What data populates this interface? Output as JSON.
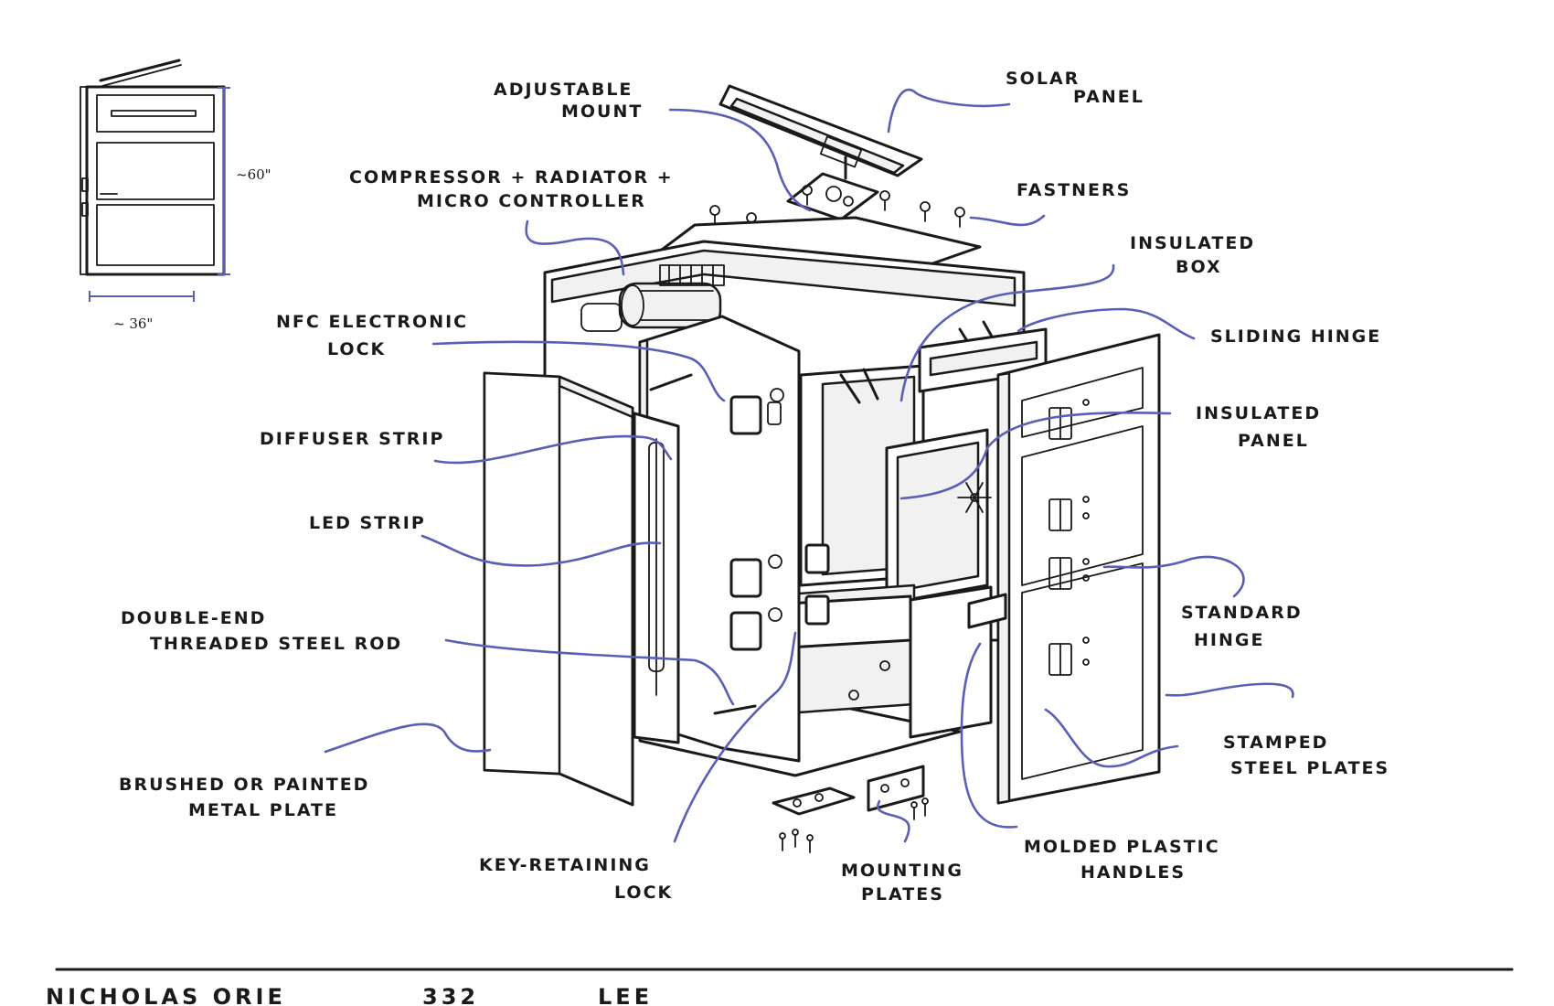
{
  "accent_color": "#5a5fb5",
  "ink_color": "#1a1a1a",
  "thumbnail": {
    "height_label": "~60\"",
    "width_label": "~ 36\""
  },
  "callouts": {
    "adjustable_mount": [
      "ADJUSTABLE",
      "MOUNT"
    ],
    "solar_panel": [
      "SOLAR",
      "PANEL"
    ],
    "compressor": [
      "COMPRESSOR + RADIATOR +",
      "MICRO CONTROLLER"
    ],
    "fastners": [
      "FASTNERS"
    ],
    "insulated_box": [
      "INSULATED",
      "BOX"
    ],
    "sliding_hinge": [
      "SLIDING HINGE"
    ],
    "nfc_lock": [
      "NFC ELECTRONIC",
      "LOCK"
    ],
    "insulated_panel": [
      "INSULATED",
      "PANEL"
    ],
    "diffuser_strip": [
      "DIFFUSER STRIP"
    ],
    "led_strip": [
      "LED STRIP"
    ],
    "standard_hinge": [
      "STANDARD",
      "HINGE"
    ],
    "threaded_rod": [
      "DOUBLE-END",
      "THREADED STEEL ROD"
    ],
    "stamped_plates": [
      "STAMPED",
      "STEEL PLATES"
    ],
    "metal_plate": [
      "BRUSHED OR PAINTED",
      "METAL PLATE"
    ],
    "key_lock": [
      "KEY-RETAINING",
      "LOCK"
    ],
    "mounting_plates": [
      "MOUNTING",
      "PLATES"
    ],
    "molded_handles": [
      "MOLDED PLASTIC",
      "HANDLES"
    ]
  },
  "footer": {
    "name": "NICHOLAS ORIE",
    "number": "332",
    "surname": "LEE"
  }
}
